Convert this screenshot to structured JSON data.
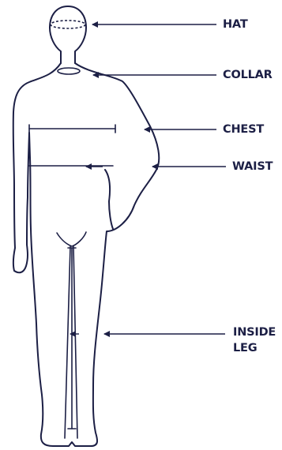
{
  "colors": {
    "ink": "#1c1f45",
    "background": "#ffffff"
  },
  "labels": {
    "hat": "HAT",
    "collar": "COLLAR",
    "chest": "CHEST",
    "waist": "WAIST",
    "inside_leg_line1": "INSIDE",
    "inside_leg_line2": "LEG"
  }
}
